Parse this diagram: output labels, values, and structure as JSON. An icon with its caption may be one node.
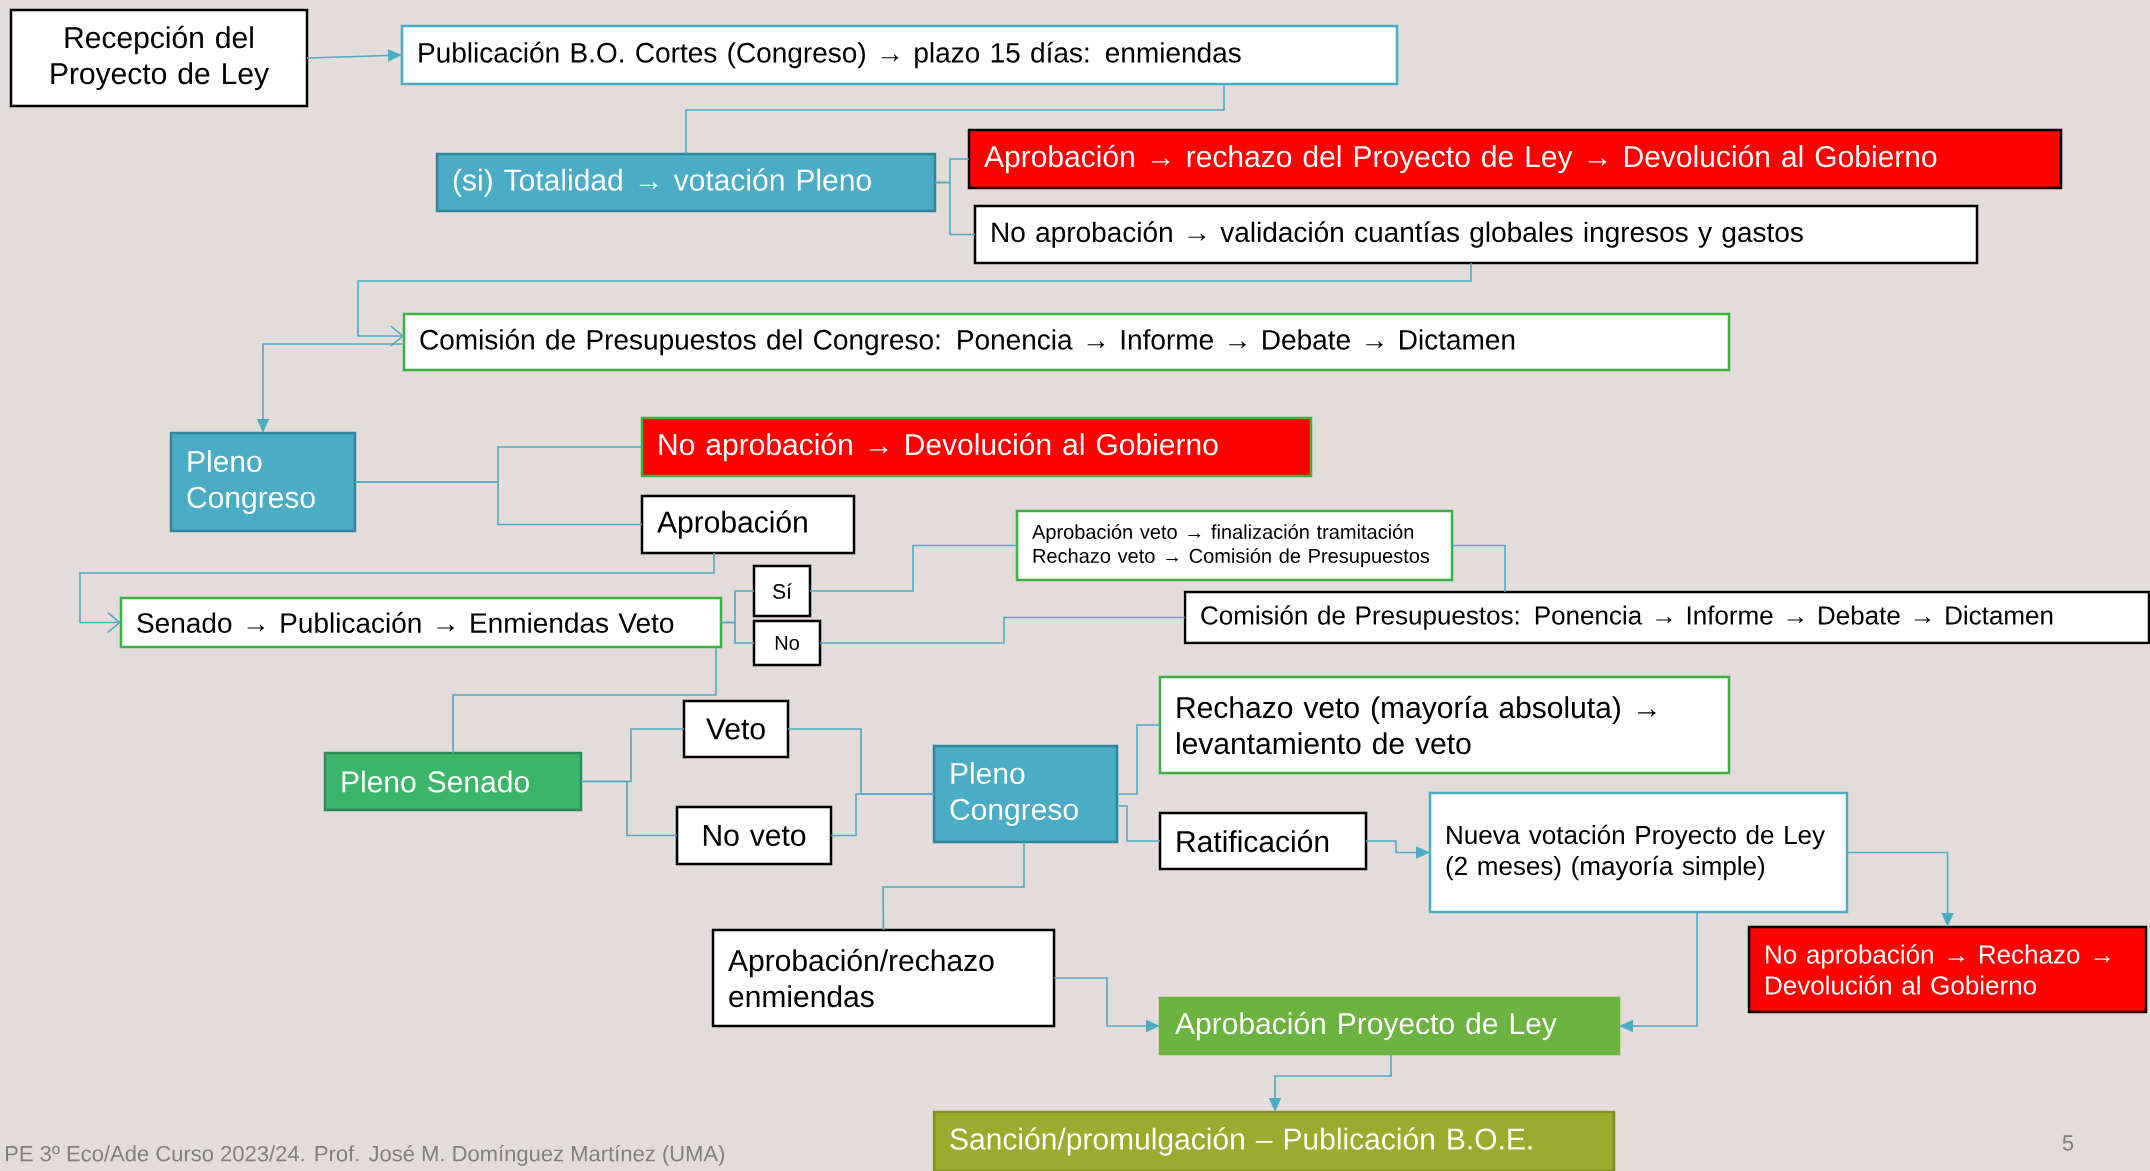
{
  "diagram": {
    "nodes": [
      {
        "text": [
          "Recepción del Proyecto de Ley"
        ]
      },
      {
        "text": [
          "Publicación B.O. Cortes (Congreso) → plazo 15 días: enmiendas"
        ]
      },
      {
        "text": [
          "(si) Totalidad → votación Pleno"
        ]
      },
      {
        "text": [
          "Aprobación → rechazo del Proyecto de Ley → Devolución al Gobierno"
        ]
      },
      {
        "text": [
          "No aprobación → validación cuantías globales ingresos y gastos"
        ]
      },
      {
        "text": [
          "Comisión de Presupuestos del Congreso: Ponencia → Informe → Debate → Dictamen"
        ]
      },
      {
        "text": [
          "Pleno Congreso"
        ]
      },
      {
        "text": [
          "No aprobación → Devolución al Gobierno"
        ]
      },
      {
        "text": [
          "Aprobación"
        ]
      },
      {
        "text": [
          "Aprobación veto → finalización tramitación",
          "Rechazo veto → Comisión de Presupuestos"
        ]
      },
      {
        "text": [
          "Senado → Publicación → Enmiendas Veto"
        ]
      },
      {
        "text": [
          "Sí"
        ]
      },
      {
        "text": [
          "No"
        ]
      },
      {
        "text": [
          "Comisión de Presupuestos: Ponencia → Informe → Debate → Dictamen"
        ]
      },
      {
        "text": [
          "Pleno Senado"
        ]
      },
      {
        "text": [
          "Veto"
        ]
      },
      {
        "text": [
          "No veto"
        ]
      },
      {
        "text": [
          "Pleno Congreso"
        ]
      },
      {
        "text": [
          "Rechazo veto (mayoría absoluta) → levantamiento de veto"
        ]
      },
      {
        "text": [
          "Ratificación"
        ]
      },
      {
        "text": [
          "Nueva votación Proyecto de Ley (2 meses) (mayoría simple)"
        ]
      },
      {
        "text": [
          "No aprobación → Rechazo → Devolución al Gobierno"
        ]
      },
      {
        "text": [
          "Aprobación/rechazo enmiendas"
        ]
      },
      {
        "text": [
          "Aprobación Proyecto de Ley"
        ]
      },
      {
        "text": [
          "Sanción/promulgación – Publicación B.O.E."
        ]
      }
    ],
    "edges": [
      {
        "from": 0,
        "to": 1,
        "arrow": "to"
      },
      {
        "from": 1,
        "to": 2,
        "arrow": "none"
      },
      {
        "from": 2,
        "to": 3,
        "arrow": "none"
      },
      {
        "from": 2,
        "to": 4,
        "arrow": "none"
      },
      {
        "from": 4,
        "to": 5,
        "arrow": "to"
      },
      {
        "from": 5,
        "to": 6,
        "arrow": "to"
      },
      {
        "from": 6,
        "to": 7,
        "arrow": "none"
      },
      {
        "from": 6,
        "to": 8,
        "arrow": "none"
      },
      {
        "from": 8,
        "to": 10,
        "arrow": "to"
      },
      {
        "from": 10,
        "to": 11,
        "arrow": "none"
      },
      {
        "from": 10,
        "to": 12,
        "arrow": "none"
      },
      {
        "from": 11,
        "to": 9,
        "arrow": "none"
      },
      {
        "from": 12,
        "to": 13,
        "arrow": "none"
      },
      {
        "from": 9,
        "to": 13,
        "arrow": "none"
      },
      {
        "from": 10,
        "to": 14,
        "arrow": "none"
      },
      {
        "from": 14,
        "to": 15,
        "arrow": "none"
      },
      {
        "from": 14,
        "to": 16,
        "arrow": "none"
      },
      {
        "from": 15,
        "to": 17,
        "arrow": "none"
      },
      {
        "from": 16,
        "to": 17,
        "arrow": "none"
      },
      {
        "from": 17,
        "to": 18,
        "arrow": "none"
      },
      {
        "from": 17,
        "to": 19,
        "arrow": "none"
      },
      {
        "from": 17,
        "to": 22,
        "arrow": "none"
      },
      {
        "from": 19,
        "to": 20,
        "arrow": "to"
      },
      {
        "from": 20,
        "to": 21,
        "arrow": "to"
      },
      {
        "from": 20,
        "to": 23,
        "arrow": "to"
      },
      {
        "from": 22,
        "to": 23,
        "arrow": "to"
      },
      {
        "from": 23,
        "to": 24,
        "arrow": "to"
      }
    ],
    "labels": [
      "PE 3º Eco/Ade Curso 2023/24. Prof. José M. Domínguez Martínez (UMA)",
      "5"
    ]
  }
}
